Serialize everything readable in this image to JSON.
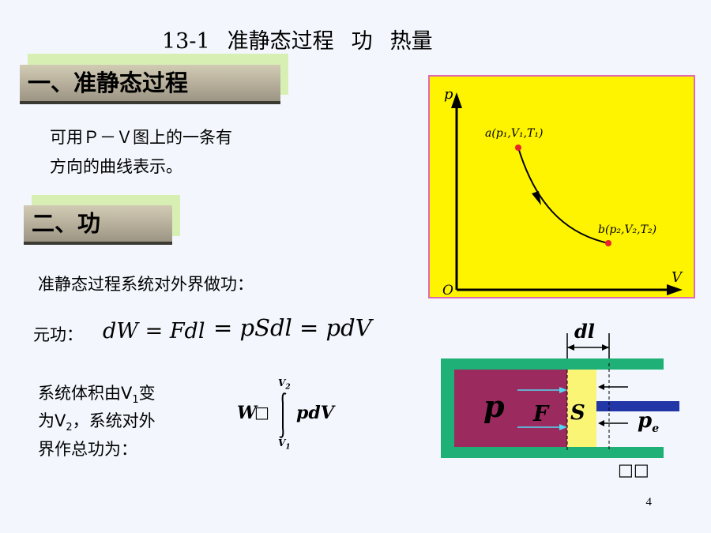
{
  "title": {
    "num": "13-1",
    "main": "准静态过程",
    "w1": "功",
    "w2": "热量"
  },
  "section1": {
    "heading": "一、准静态过程",
    "line1": "可用Ｐ－Ｖ图上的一条有",
    "line2": "方向的曲线表示。"
  },
  "section2": {
    "heading": "二、功",
    "desc": "准静态过程系统对外界做功："
  },
  "element_work": {
    "label": "元功：",
    "eq1": "dW = Fdl",
    "eq2": "= pSdl = pdV"
  },
  "total_work": {
    "l1a": "系统体积由V",
    "l1sub": "1",
    "l1b": "变",
    "l2a": "为V",
    "l2sub": "2",
    "l2b": "，系统对外",
    "l3": "界作总功为："
  },
  "integral": {
    "lhs": "W",
    "box": "□",
    "upper": "V",
    "upper_sub": "2",
    "lower": "V",
    "lower_sub": "1",
    "body": "pdV"
  },
  "pv_diagram": {
    "y_axis": "p",
    "x_axis": "V",
    "origin": "O",
    "point_a": "a(p₁,V₁,T₁)",
    "point_b": "b(p₂,V₂,T₂)"
  },
  "piston": {
    "dl": "dl",
    "p": "p",
    "F": "F",
    "S": "S",
    "pe": "p",
    "pe_sub": "e",
    "caption": "□□"
  },
  "page_number": "4",
  "colors": {
    "chart_bg": "#fef400",
    "chart_border": "#e06ab0",
    "cylinder_wall": "#1eb077",
    "gas": "#9b2a5e",
    "piston": "#faf575",
    "rod": "#2236a8",
    "point": "#e8232e"
  }
}
